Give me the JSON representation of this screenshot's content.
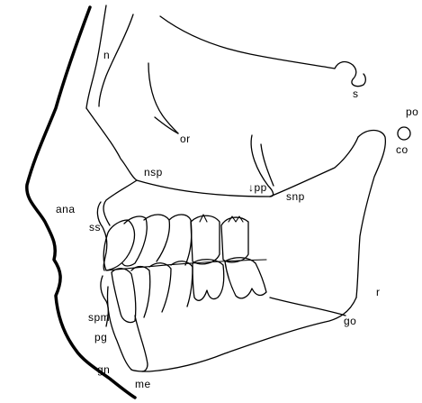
{
  "figure": {
    "labels": {
      "n": "n",
      "s": "s",
      "or": "or",
      "po": "po",
      "co": "co",
      "nsp": "nsp",
      "pp": "↓pp",
      "snp": "snp",
      "ans": "ana",
      "ss": "ss",
      "r": "r",
      "spm": "spm",
      "pg": "pg",
      "go": "go",
      "gn": "gn",
      "me": "me"
    },
    "colors": {
      "line": "#000000",
      "background": "#ffffff"
    }
  }
}
